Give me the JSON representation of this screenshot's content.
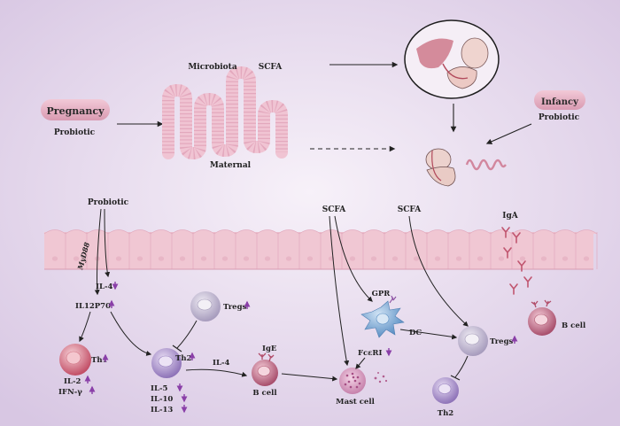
{
  "top": {
    "pregnancy": "Pregnancy",
    "probiotic_left": "Probiotic",
    "microbiota": "Microbiota",
    "scfa": "SCFA",
    "maternal": "Maternal",
    "infancy": "Infancy",
    "probiotic_right": "Probiotic"
  },
  "immune": {
    "probiotic": "Probiotic",
    "myd88": "MyD88",
    "il4": "IL-4",
    "il12p70": "IL12P70",
    "th1": "Th1",
    "il2": "IL-2",
    "ifn": "IFN-γ",
    "tregs_left": "Tregs",
    "th2_left": "Th2",
    "il5": "IL-5",
    "il10": "IL-10",
    "il13": "IL-13",
    "il4_arrow": "IL-4",
    "ige": "IgE",
    "bcell_mid": "B cell",
    "fceri": "FcεRI",
    "mastcell": "Mast cell",
    "scfa_mid": "SCFA",
    "gpr": "GPR",
    "dc": "DC",
    "scfa_right": "SCFA",
    "tregs_right": "Tregs",
    "th2_right": "Th2",
    "iga": "IgA",
    "bcell_right": "B cell"
  },
  "colors": {
    "bg_center": "#f6f0f8",
    "bg_edge": "#d9c8e3",
    "gut": "#f3cdd9",
    "epithelium": "#efc6d2",
    "purple_arrow": "#8a3fa8",
    "th1": "#c9546b",
    "th2": "#9a7fc0",
    "tregs": "#b2a8c6",
    "bcell": "#b45d78",
    "mast": "#c97aa8",
    "dc": "#6fa1d0"
  }
}
